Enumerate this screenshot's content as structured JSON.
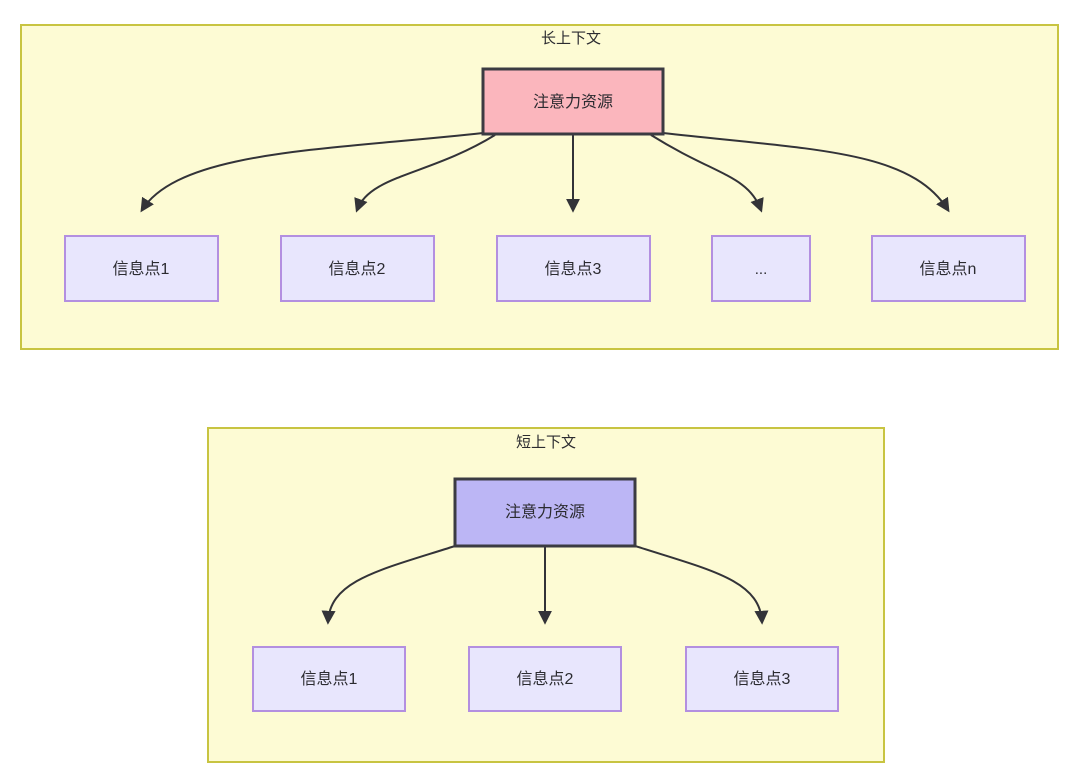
{
  "diagram": {
    "background_color": "#ffffff",
    "group_fill": "#fdfbd4",
    "group_stroke": "#c8c441",
    "edge_color": "#333338",
    "groups": [
      {
        "id": "long-context",
        "title": "长上下文",
        "root": {
          "label": "注意力资源",
          "fill": "#fbb6bd",
          "stroke": "#3b3b42"
        },
        "children": [
          {
            "label": "信息点1"
          },
          {
            "label": "信息点2"
          },
          {
            "label": "信息点3"
          },
          {
            "label": "..."
          },
          {
            "label": "信息点n"
          }
        ],
        "child_fill": "#e8e6fd",
        "child_stroke": "#b38fe0"
      },
      {
        "id": "short-context",
        "title": "短上下文",
        "root": {
          "label": "注意力资源",
          "fill": "#bcb6f5",
          "stroke": "#3b3b42"
        },
        "children": [
          {
            "label": "信息点1"
          },
          {
            "label": "信息点2"
          },
          {
            "label": "信息点3"
          }
        ],
        "child_fill": "#e8e6fd",
        "child_stroke": "#b38fe0"
      }
    ]
  }
}
